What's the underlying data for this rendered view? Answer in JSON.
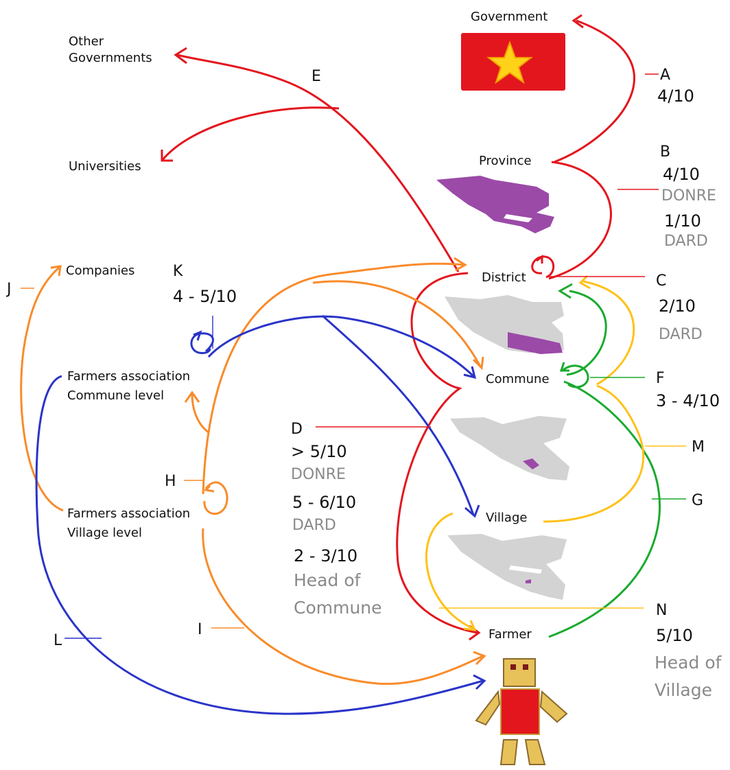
{
  "colors": {
    "red": "#e3161e",
    "orange": "#f98b2a",
    "blue": "#2a34c8",
    "green": "#1aaa2e",
    "yellow": "#ffc11a",
    "purple": "#9b4aa8",
    "grey_text": "#8a8a8a"
  },
  "nodes": {
    "government": "Government",
    "other_governments_1": "Other",
    "other_governments_2": "Governments",
    "universities": "Universities",
    "province": "Province",
    "district": "District",
    "commune": "Commune",
    "village": "Village",
    "farmer": "Farmer",
    "companies": "Companies",
    "fa_commune_1": "Farmers association",
    "fa_commune_2": "Commune level",
    "fa_village_1": "Farmers association",
    "fa_village_2": "Village level"
  },
  "labels": {
    "A": {
      "letter": "A",
      "score": "4/10"
    },
    "B": {
      "letter": "B",
      "score1": "4/10",
      "org1": "DONRE",
      "score2": "1/10",
      "org2": "DARD"
    },
    "C": {
      "letter": "C",
      "score": "2/10",
      "org": "DARD"
    },
    "D": {
      "letter": "D",
      "score1": "> 5/10",
      "org1": "DONRE",
      "score2": "5 - 6/10",
      "org2": "DARD",
      "score3": "2 - 3/10",
      "org3a": "Head of",
      "org3b": "Commune"
    },
    "E": {
      "letter": "E"
    },
    "F": {
      "letter": "F",
      "score": "3 - 4/10"
    },
    "G": {
      "letter": "G"
    },
    "H": {
      "letter": "H"
    },
    "I": {
      "letter": "I"
    },
    "J": {
      "letter": "J"
    },
    "K": {
      "letter": "K",
      "score": "4 - 5/10"
    },
    "L": {
      "letter": "L"
    },
    "M": {
      "letter": "M"
    },
    "N": {
      "letter": "N",
      "score": "5/10",
      "org1": "Head of",
      "org2": "Village"
    }
  },
  "icons": [
    "vietnam-flag-icon",
    "province-map-icon",
    "district-map-icon",
    "commune-map-icon",
    "village-map-icon",
    "farmer-figure-icon"
  ]
}
